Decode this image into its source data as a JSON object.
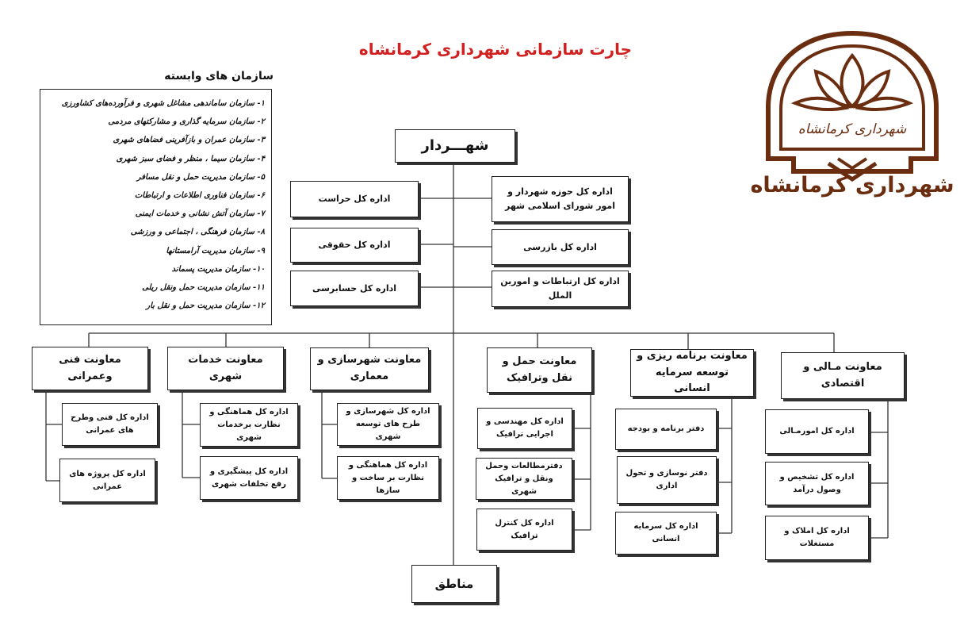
{
  "title": "چارت سازمانی شهرداری کرمانشاه",
  "colors": {
    "title": "#d21f1f",
    "logo": "#6b2d10"
  },
  "logo": {
    "caption": "شهرداری کرمانشاه",
    "emblem_text": "شهرداری کرمانشاه"
  },
  "associated": {
    "title": "سازمان های وابسته",
    "items": [
      "۱- سازمان ساماندهی مشاغل شهری و فرآورده‌های کشاورزی",
      "۲- سازمان سرمایه گذاری و مشارکتهای مردمی",
      "۳- سازمان عمران و بازآفرینی فضاهای شهری",
      "۴- سازمان سیما ، منظر و فضای سبز شهری",
      "۵- سازمان مدیریت حمل و نقل مسافر",
      "۶- سازمان فناوری اطلاعات و ارتباطات",
      "۷- سازمان آتش نشانی و خدمات ایمنی",
      "۸- سازمان فرهنگی ، اجتماعی و ورزشی",
      "۹- سازمان مدیریت آرامستانها",
      "۱۰- سازمان مدیریت پسماند",
      "۱۱- سازمان مدیریت حمل ونقل ریلی",
      "۱۲- سازمان مدیریت حمل و نقل بار"
    ]
  },
  "mayor": "شهـــردار",
  "regions": "مناطق",
  "staff_left": [
    "اداره کل حراست",
    "اداره کل حقوقی",
    "اداره کل حسابرسی"
  ],
  "staff_right": [
    "اداره کل حوزه شهردار و امور شورای اسلامی شهر",
    "اداره کل بازرسی",
    "اداره کل ارتباطات و امورین الملل"
  ],
  "deputies": [
    {
      "name": "معاونت فنی وعمرانی",
      "units": [
        "اداره کل فنی وطرح های عمرانی",
        "اداره کل پروژه های عمرانی"
      ]
    },
    {
      "name": "معاونت خدمات شهری",
      "units": [
        "اداره کل هماهنگی و نظارت برخدمات شهری",
        "اداره کل پیشگیری و رفع تخلفات شهری"
      ]
    },
    {
      "name": "معاونت شهرسازی و معماری",
      "units": [
        "اداره کل شهرسازی و طرح های توسعه شهری",
        "اداره کل هماهنگی و نظارت بر ساخت و سازها"
      ]
    },
    {
      "name": "معاونت حمل و نقل وترافیک",
      "units": [
        "اداره کل مهندسی و اجرایی ترافیک",
        "دفترمطالعات وحمل ونقل و ترافیک شهری",
        "اداره کل کنترل ترافیک"
      ]
    },
    {
      "name": "معاونت برنامه ریزی و توسعه سرمایه انسانی",
      "units": [
        "دفتر برنامه و بودجه",
        "دفتر نوسازی و تحول اداری",
        "اداره کل سرمایه انسانی"
      ]
    },
    {
      "name": "معاونت مـالی و اقتصادی",
      "units": [
        "اداره کل امورمـالی",
        "اداره کل تشخیص و وصول درآمد",
        "اداره کل املاک و مستغلات"
      ]
    }
  ]
}
